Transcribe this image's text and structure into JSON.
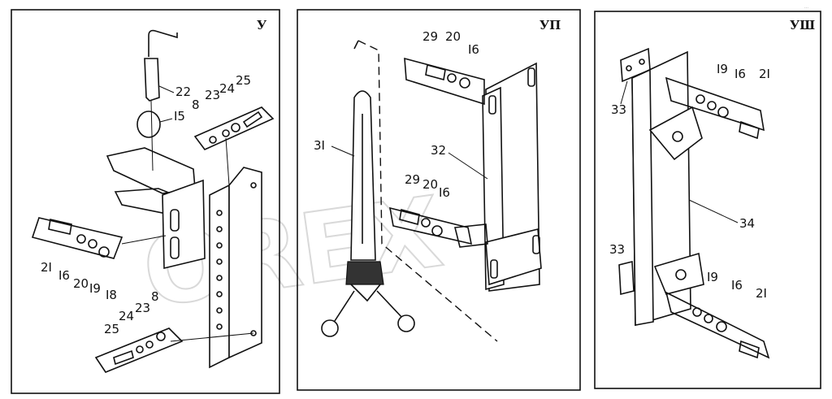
{
  "panels": [
    {
      "id": "V",
      "label": "У"
    },
    {
      "id": "VII",
      "label": "УП"
    },
    {
      "id": "VIII",
      "label": "УШ"
    }
  ],
  "callouts": {
    "p1": {
      "c22": "22",
      "c15": "I5",
      "c23a": "23",
      "c24a": "24",
      "c25a": "25",
      "c8a": "8",
      "c21": "2I",
      "c16": "I6",
      "c20": "20",
      "c19": "I9",
      "c18": "I8",
      "c25b": "25",
      "c24b": "24",
      "c23b": "23",
      "c8b": "8"
    },
    "p2": {
      "c29a": "29",
      "c20a": "20",
      "c16a": "I6",
      "c31": "3I",
      "c32": "32",
      "c29b": "29",
      "c20b": "20",
      "c16b": "I6"
    },
    "p3": {
      "c33a": "33",
      "c19a": "I9",
      "c16a": "I6",
      "c21a": "2I",
      "c34": "34",
      "c33b": "33",
      "c19b": "I9",
      "c16b": "I6",
      "c21b": "2I"
    }
  },
  "watermark": "OREX",
  "corner_mark": "…"
}
